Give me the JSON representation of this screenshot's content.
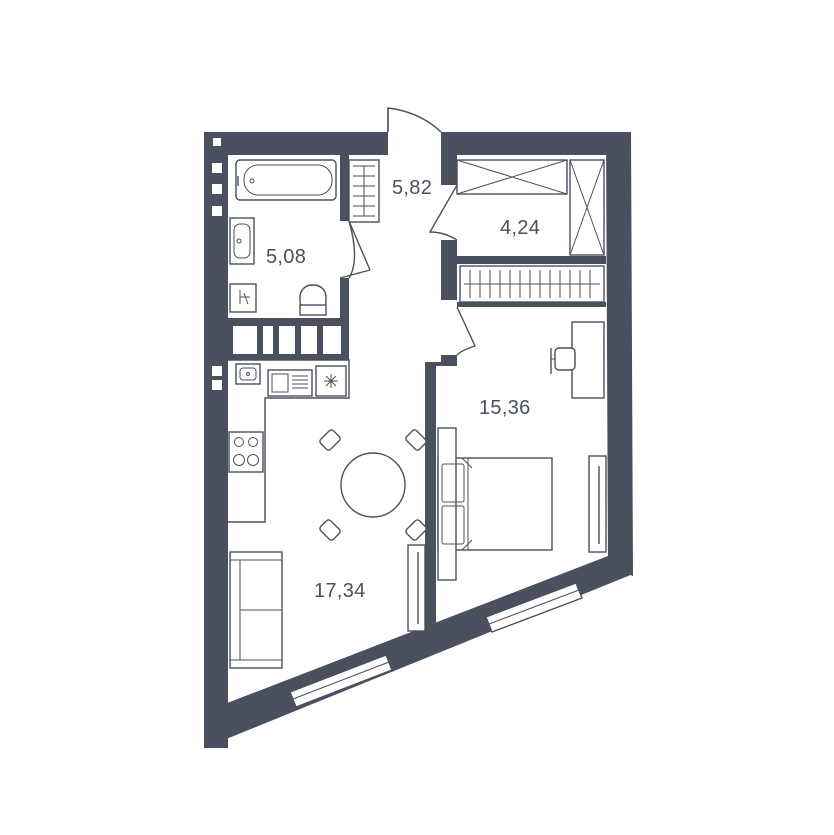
{
  "floor_plan": {
    "colors": {
      "wall": "#4a505e",
      "background": "#ffffff"
    },
    "rooms": [
      {
        "id": "hall",
        "area": "5,82"
      },
      {
        "id": "bathroom",
        "area": "5,08"
      },
      {
        "id": "storage",
        "area": "4,24"
      },
      {
        "id": "bedroom",
        "area": "15,36"
      },
      {
        "id": "living_kitchen",
        "area": "17,34"
      }
    ]
  }
}
